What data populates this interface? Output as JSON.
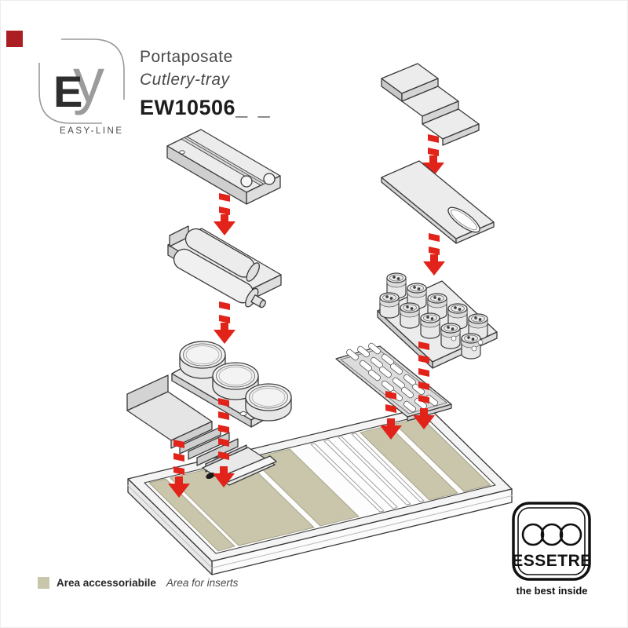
{
  "brand": {
    "mark_e": "E",
    "mark_y": "y",
    "tagline": "EASY-LINE",
    "corner_color": "#ab1f23"
  },
  "header": {
    "title_it": "Portaposate",
    "title_en": "Cutlery-tray",
    "code": "EW10506",
    "code_suffix": "_ _"
  },
  "legend": {
    "swatch_color": "#c9c6ab",
    "label_it": "Area accessoriabile",
    "label_en": "Area for inserts"
  },
  "footer_logo": {
    "name": "ESSETRE",
    "tagline": "the best inside"
  },
  "diagram": {
    "arrow_color": "#e2231a",
    "insert_area_color": "#c9c6ab",
    "outline_color": "#3a3a3a",
    "fill_color": "#ececec",
    "components": [
      "stepped-divider-panel",
      "board-with-handle-slot",
      "spice-jars-set",
      "perforated-knife-insert",
      "film-cutter-rail",
      "film-roll-holder",
      "round-containers-tray",
      "stepped-knife-block",
      "flat-insert-board",
      "cutlery-tray-base"
    ]
  }
}
